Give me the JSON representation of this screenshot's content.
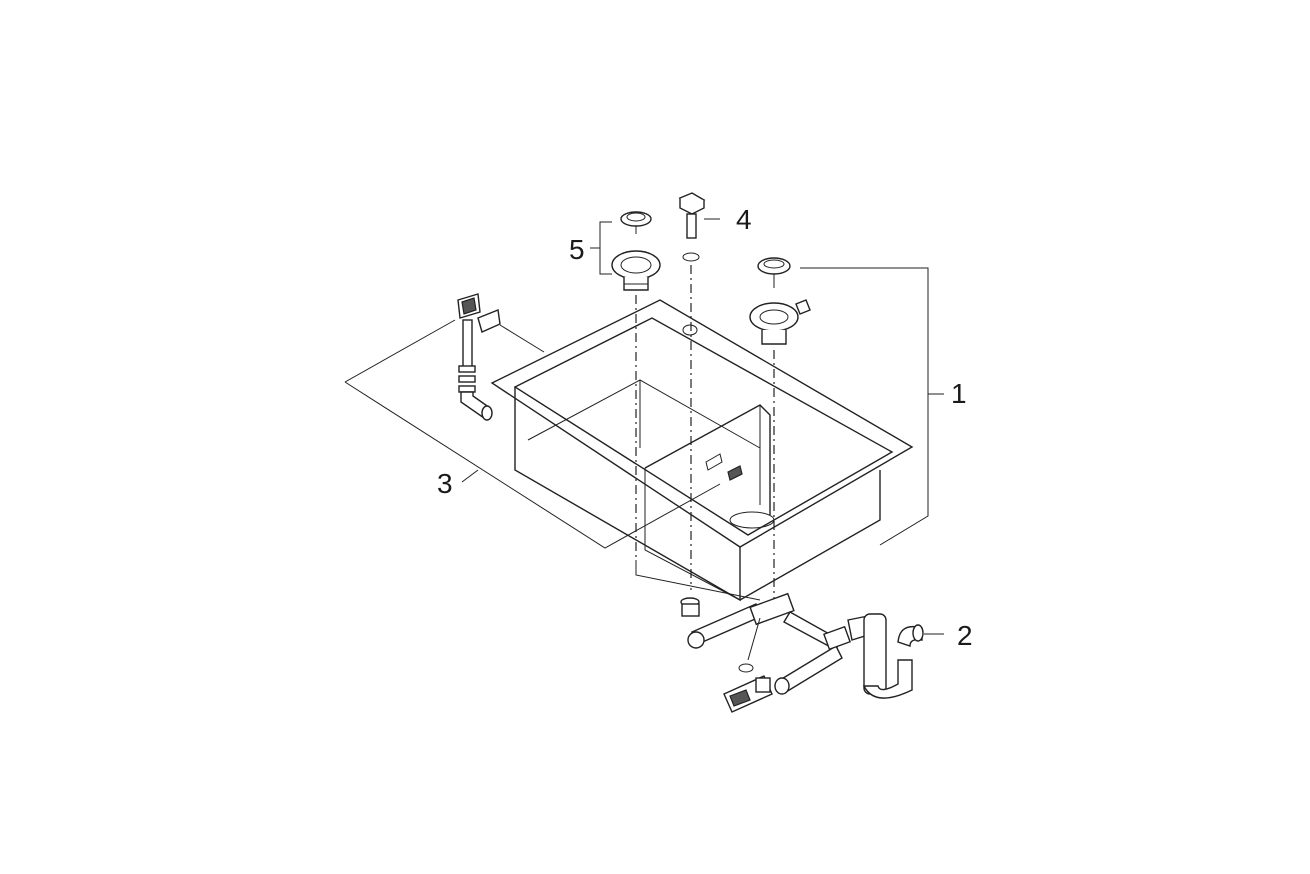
{
  "callouts": [
    {
      "number": "1",
      "part": "sink-basin-with-strainer"
    },
    {
      "number": "2",
      "part": "drain-siphon-set"
    },
    {
      "number": "3",
      "part": "overflow-set"
    },
    {
      "number": "4",
      "part": "tap-hole-plug"
    },
    {
      "number": "5",
      "part": "basket-strainer"
    }
  ],
  "colors": {
    "line": "#222222",
    "background": "#ffffff"
  }
}
